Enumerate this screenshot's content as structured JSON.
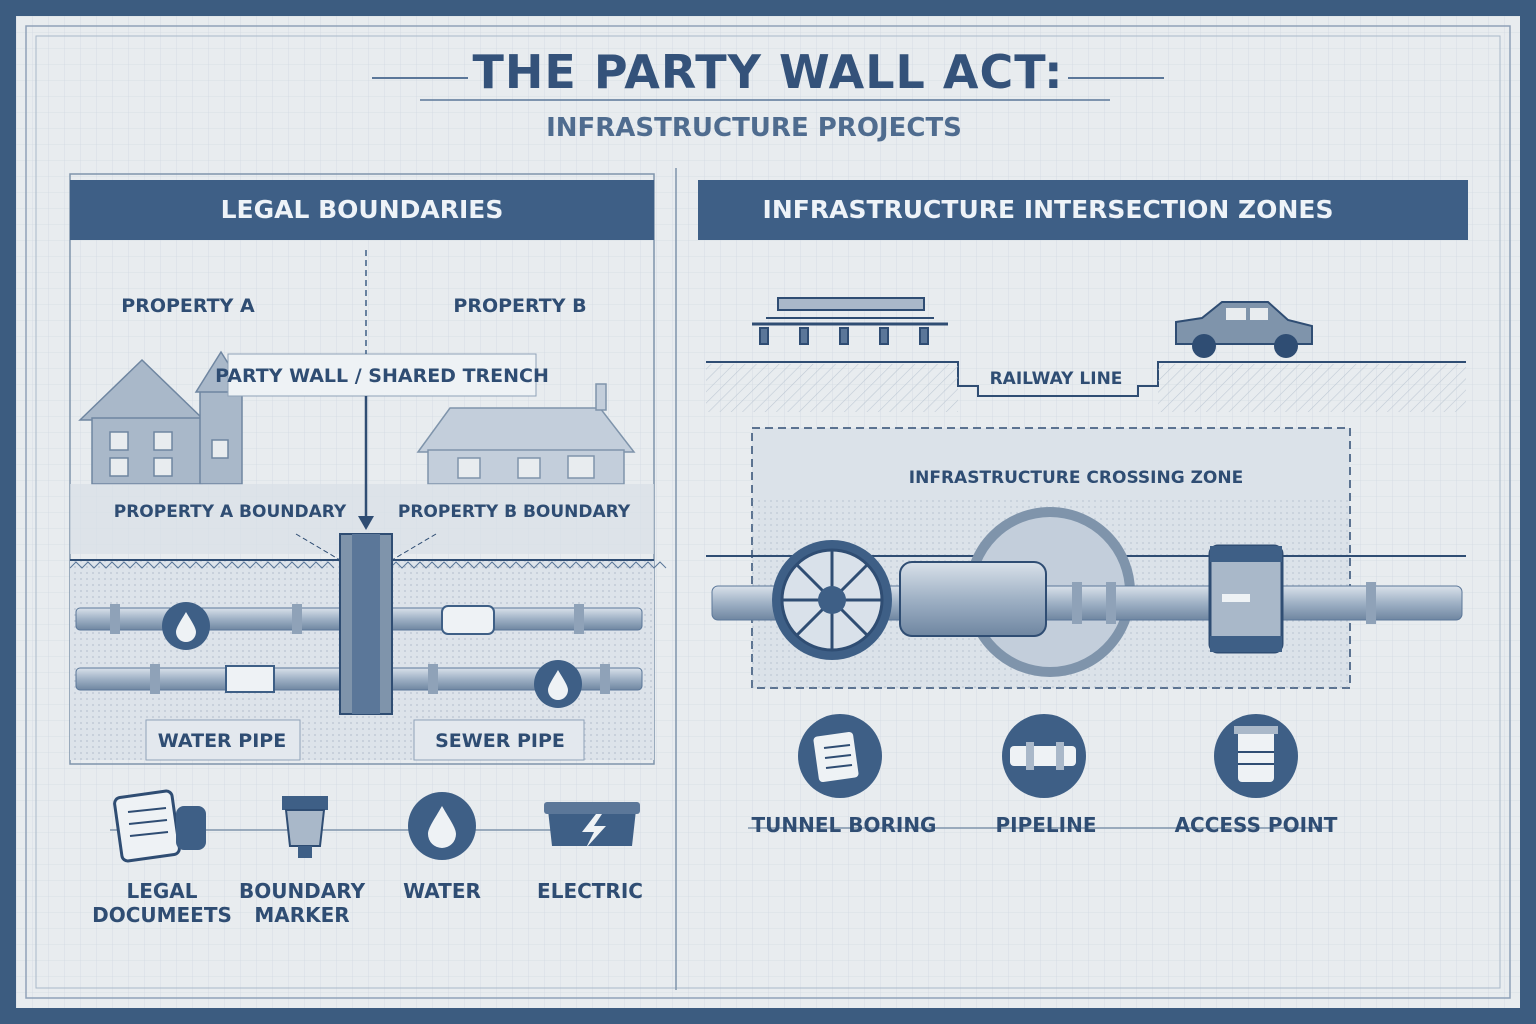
{
  "title": "THE PARTY WALL ACT:",
  "subtitle": "INFRASTRUCTURE PROJECTS",
  "colors": {
    "paper": "#e8ecef",
    "ink": "#2f4d73",
    "banner": "#3e5f86",
    "frame": "#3c5c80",
    "pipe": "#a9b8c9"
  },
  "left_panel": {
    "heading": "LEGAL BOUNDARIES",
    "property_a": "PROPERTY A",
    "property_b": "PROPERTY B",
    "party_wall": "PARTY WALL / SHARED TRENCH",
    "boundary_a": "PROPERTY A BOUNDARY",
    "boundary_b": "PROPERTY B BOUNDARY",
    "water_pipe": "WATER PIPE",
    "sewer_pipe": "SEWER PIPE",
    "icons": [
      {
        "icon": "legal-documents-icon",
        "line1": "LEGAL",
        "line2": "DOCUMEETS"
      },
      {
        "icon": "boundary-marker-icon",
        "line1": "BOUNDARY",
        "line2": "MARKER"
      },
      {
        "icon": "water-drop-icon",
        "line1": "WATER",
        "line2": ""
      },
      {
        "icon": "electric-icon",
        "line1": "ELECTRIC",
        "line2": ""
      }
    ]
  },
  "right_panel": {
    "heading": "INFRASTRUCTURE INTERSECTION ZONES",
    "railway": "RAILWAY LINE",
    "crossing_zone": "INFRASTRUCTURE CROSSING ZONE",
    "icons": [
      {
        "icon": "tunnel-boring-icon",
        "label": "TUNNEL BORING"
      },
      {
        "icon": "pipeline-icon",
        "label": "PIPELINE"
      },
      {
        "icon": "access-point-icon",
        "label": "ACCESS POINT"
      }
    ]
  }
}
